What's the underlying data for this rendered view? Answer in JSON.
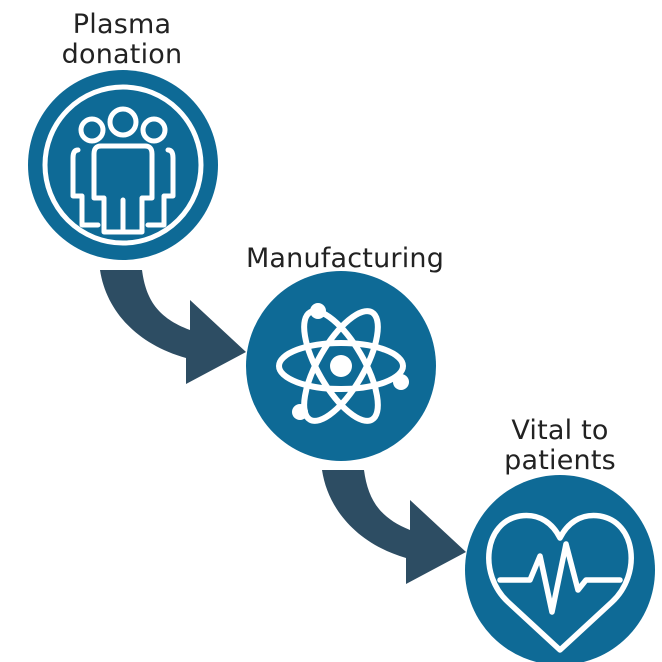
{
  "steps": [
    {
      "id": "plasma-donation",
      "label_lines": [
        "Plasma",
        "donation"
      ],
      "icon": "people-group-icon"
    },
    {
      "id": "manufacturing",
      "label_lines": [
        "Manufacturing"
      ],
      "icon": "atom-icon"
    },
    {
      "id": "vital-to-patients",
      "label_lines": [
        "Vital to",
        "patients"
      ],
      "icon": "heart-pulse-icon"
    }
  ],
  "colors": {
    "circle_fill": "#0e6a96",
    "circle_ring": "#ffffff",
    "circle_outline": "#0e6a96",
    "arrow": "#2d4d63",
    "text": "#222222"
  }
}
